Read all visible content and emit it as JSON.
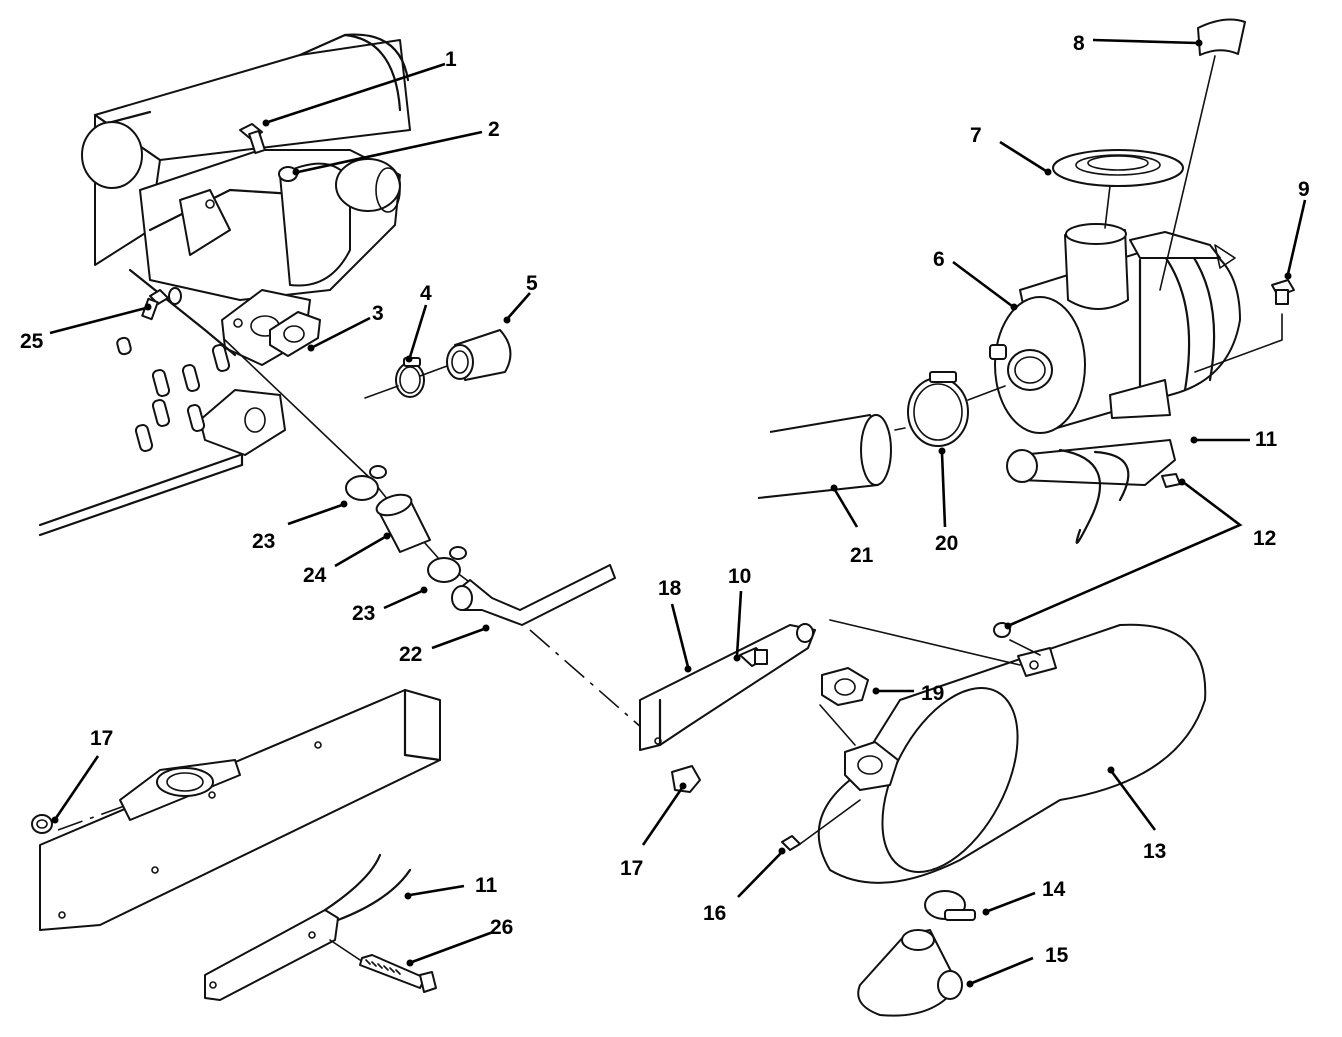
{
  "callouts": {
    "c1": "1",
    "c2": "2",
    "c3": "3",
    "c4": "4",
    "c5": "5",
    "c6": "6",
    "c7": "7",
    "c8": "8",
    "c9": "9",
    "c10": "10",
    "c11a": "11",
    "c11b": "11",
    "c12": "12",
    "c13": "13",
    "c14": "14",
    "c15": "15",
    "c16": "16",
    "c17a": "17",
    "c17b": "17",
    "c18": "18",
    "c19": "19",
    "c20": "20",
    "c21": "21",
    "c22": "22",
    "c23a": "23",
    "c23b": "23",
    "c24": "24",
    "c25": "25",
    "c26": "26"
  }
}
